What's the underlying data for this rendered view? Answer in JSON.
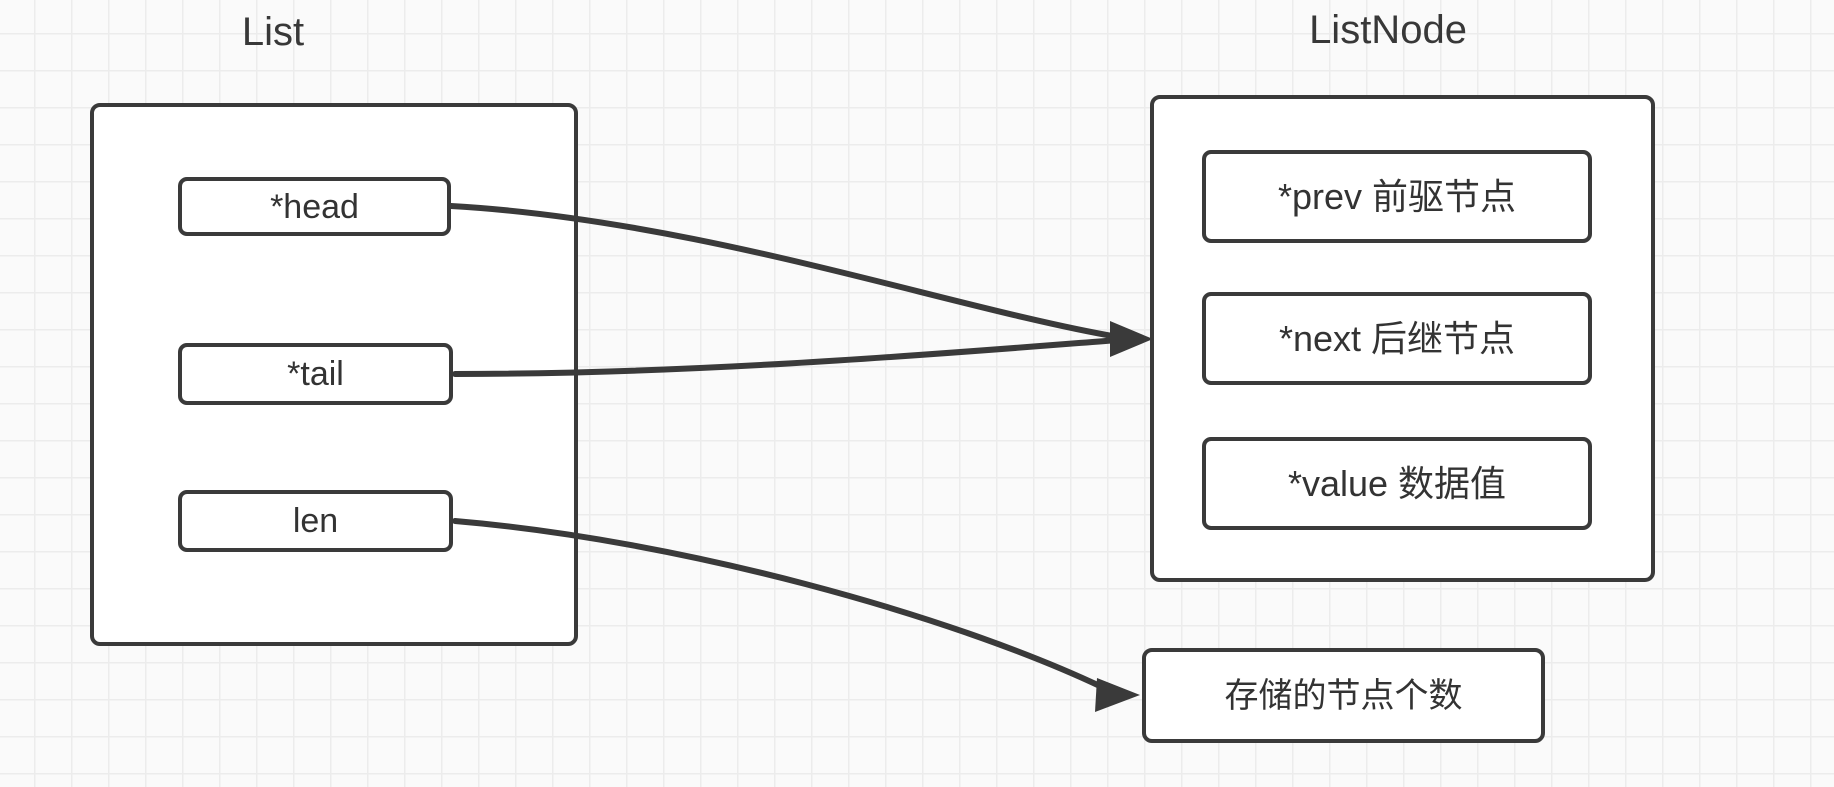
{
  "canvas": {
    "background": "#fafafa",
    "grid_color": "#ececec",
    "stroke_color": "#3a3a3a",
    "text_color": "#333333",
    "shape_fill": "#ffffff"
  },
  "list": {
    "title": "List",
    "fields": [
      {
        "label": "*head"
      },
      {
        "label": "*tail"
      },
      {
        "label": "len"
      }
    ]
  },
  "listnode": {
    "title": "ListNode",
    "fields": [
      {
        "label": "*prev 前驱节点"
      },
      {
        "label": "*next 后继节点"
      },
      {
        "label": "*value 数据值"
      }
    ]
  },
  "len_note": {
    "label": "存储的节点个数"
  },
  "arrows": [
    {
      "from": "*head",
      "to": "ListNode"
    },
    {
      "from": "*tail",
      "to": "ListNode"
    },
    {
      "from": "len",
      "to": "存储的节点个数"
    }
  ]
}
